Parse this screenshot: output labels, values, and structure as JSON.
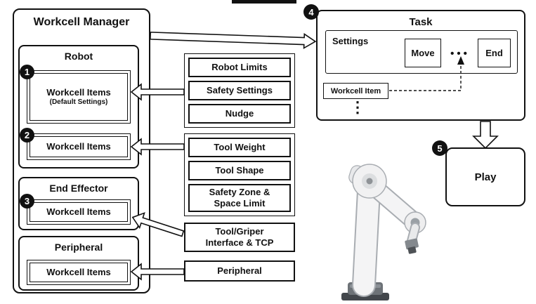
{
  "palette": {
    "outline": "#111111",
    "background": "#ffffff",
    "badge_bg": "#111111",
    "badge_text": "#ffffff"
  },
  "workcell_manager": {
    "title": "Workcell Manager",
    "robot": {
      "title": "Robot",
      "item1": {
        "step": "1",
        "label": "Workcell Items",
        "sublabel": "(Default Settings)"
      },
      "item2": {
        "step": "2",
        "label": "Workcell Items"
      }
    },
    "end_effector": {
      "title": "End Effector",
      "item": {
        "step": "3",
        "label": "Workcell Items"
      }
    },
    "peripheral": {
      "title": "Peripheral",
      "item": {
        "label": "Workcell Items"
      }
    }
  },
  "middle": {
    "robot_group": [
      "Robot Limits",
      "Safety Settings",
      "Nudge"
    ],
    "tool_group": [
      "Tool Weight",
      "Tool Shape",
      "Safety Zone & Space Limit"
    ],
    "tool_interface": "Tool/Griper Interface & TCP",
    "peripheral": "Peripheral"
  },
  "task": {
    "step": "4",
    "title": "Task",
    "settings_label": "Settings",
    "move_button": "Move",
    "end_button": "End",
    "steps_ellipsis": "•••",
    "workcell_item_label": "Workcell Item",
    "items_ellipsis": "⋮"
  },
  "play": {
    "step": "5",
    "label": "Play"
  }
}
